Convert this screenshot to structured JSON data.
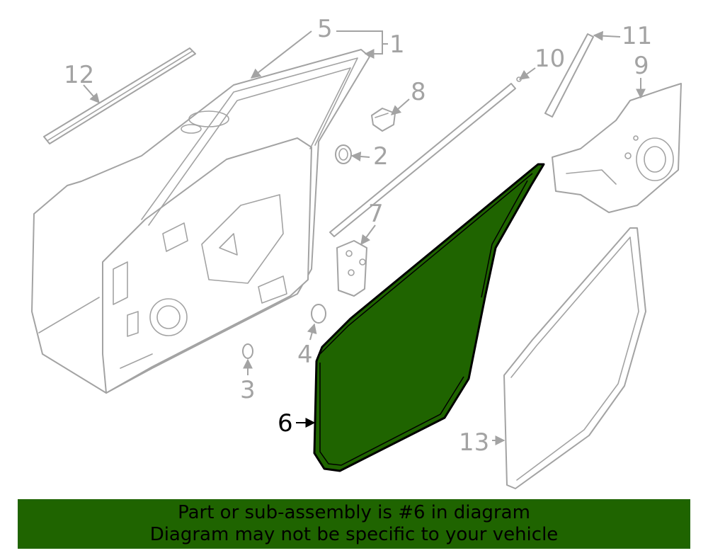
{
  "callouts": {
    "c1": "1",
    "c2": "2",
    "c3": "3",
    "c4": "4",
    "c5": "5",
    "c6": "6",
    "c7": "7",
    "c8": "8",
    "c9": "9",
    "c10": "10",
    "c11": "11",
    "c12": "12",
    "c13": "13"
  },
  "banner": {
    "line1": "Part or sub-assembly is #6 in diagram",
    "line2": "Diagram may not be specific to your vehicle"
  },
  "colors": {
    "highlight_fill": "#1f6400",
    "line_gray": "#a3a3a3",
    "banner_bg": "#1f6400"
  }
}
